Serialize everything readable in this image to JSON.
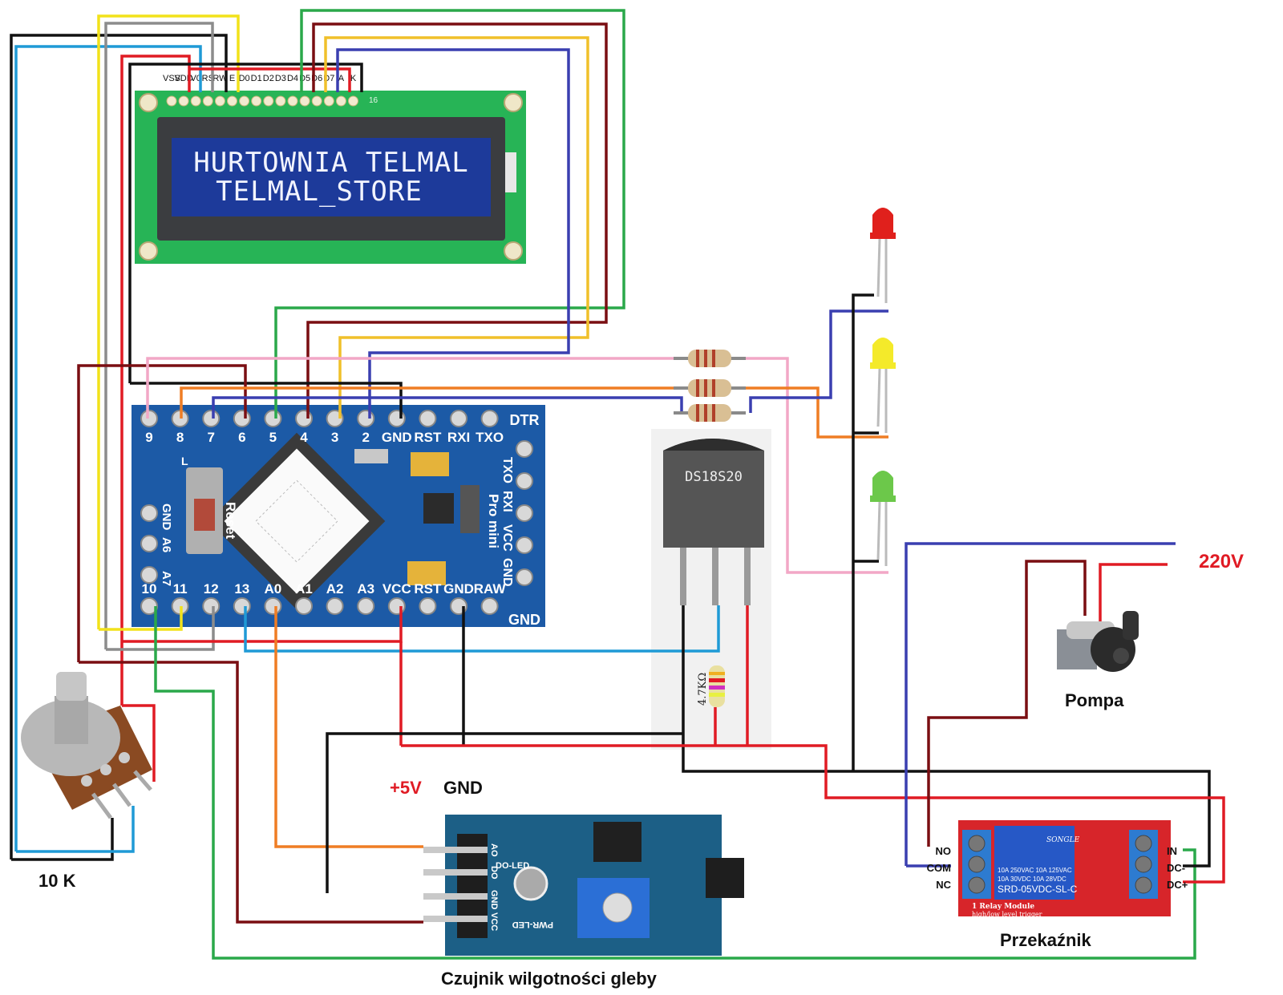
{
  "colors": {
    "black": "#111111",
    "red": "#e01b24",
    "dark_red": "#7a0e12",
    "yellow": "#f2e21a",
    "gold": "#f0c02a",
    "gray": "#8c8c8c",
    "cyan": "#1f9ad6",
    "green": "#2aa84a",
    "blue": "#3a3fb0",
    "orange": "#ef7d24",
    "pink": "#f2a7c6",
    "pcb_blue": "#1c5aa6",
    "lcd_green": "#27b456",
    "lcd_screen": "#1d3a9a"
  },
  "lcd": {
    "pin_labels": [
      "VSS",
      "VDD",
      "V0",
      "RS",
      "RW",
      "E",
      "D0",
      "D1",
      "D2",
      "D3",
      "D4",
      "D5",
      "D6",
      "D7",
      "A",
      "K"
    ],
    "line1": "HURTOWNIA TELMAL",
    "line2": "TELMAL_STORE",
    "pin_count_marker": "16"
  },
  "arduino": {
    "top_pins": [
      "9",
      "8",
      "7",
      "6",
      "5",
      "4",
      "3",
      "2",
      "GND",
      "RST",
      "RXI",
      "TXO"
    ],
    "top_right_label": "DTR",
    "bottom_pins": [
      "10",
      "11",
      "12",
      "13",
      "A0",
      "A1",
      "A2",
      "A3",
      "VCC",
      "RST",
      "GND",
      "RAW"
    ],
    "bottom_right_label": "GND",
    "left_labels": [
      "GND",
      "A6",
      "A7"
    ],
    "right_labels": [
      "TXO",
      "RXI",
      "VCC",
      "GND"
    ],
    "board_name": "Pro mini",
    "reset_label": "Reset",
    "led_label": "L"
  },
  "sensor_ds": {
    "name": "DS18S20",
    "resistor_label": "4.7KΩ"
  },
  "power_labels": {
    "plus5v": "+5V",
    "gnd": "GND",
    "mains": "220V"
  },
  "potentiometer": {
    "label": "10 K"
  },
  "pump": {
    "label": "Pompa"
  },
  "relay": {
    "label": "Przekaźnik",
    "left_terminals": [
      "NO",
      "COM",
      "NC"
    ],
    "right_terminals": [
      "IN",
      "DC-",
      "DC+"
    ],
    "brand": "SONGLE",
    "ratings": [
      "10A 250VAC  10A 125VAC",
      "10A 30VDC  10A 28VDC"
    ],
    "model": "SRD-05VDC-SL-C",
    "module_text": [
      "1 Relay  Module",
      "high/low level trigger"
    ]
  },
  "soil_sensor": {
    "label": "Czujnik wilgotności gleby",
    "pins": [
      "AO",
      "DO",
      "GND",
      "VCC"
    ],
    "do_led": "DO-LED",
    "pwr_led": "PWR-LED"
  },
  "leds": [
    {
      "color_name": "red",
      "color": "#e0201c"
    },
    {
      "color_name": "yellow",
      "color": "#f4ea2a"
    },
    {
      "color_name": "green",
      "color": "#6cc84a"
    }
  ]
}
